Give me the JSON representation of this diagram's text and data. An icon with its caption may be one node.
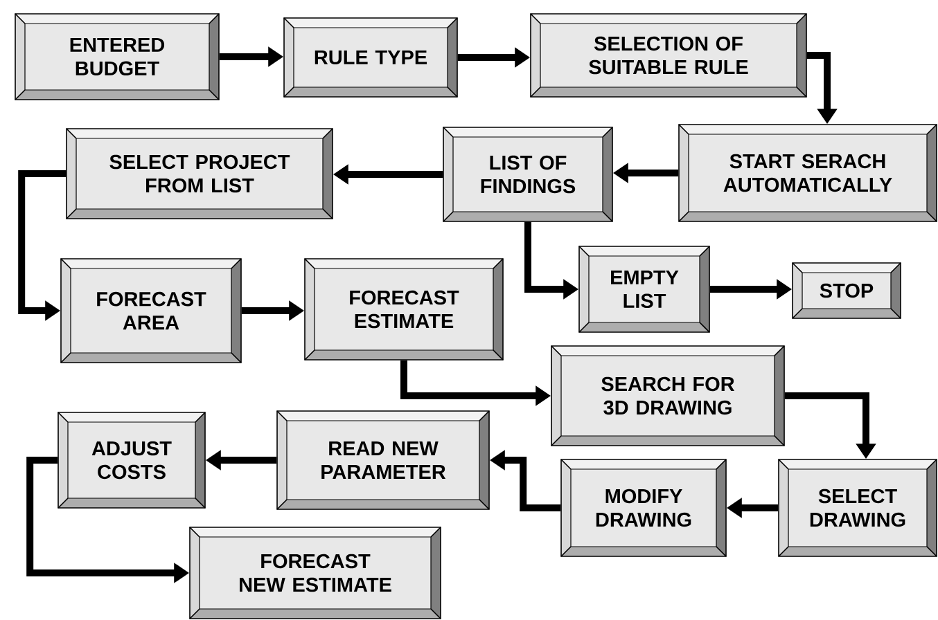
{
  "diagram": {
    "nodes": [
      {
        "text": [
          "ENTERED BUDGET"
        ]
      },
      {
        "text": [
          "RULE TYPE"
        ]
      },
      {
        "text": [
          "SELECTION OF SUITABLE RULE"
        ]
      },
      {
        "text": [
          "START SERACH AUTOMATICALLY"
        ]
      },
      {
        "text": [
          "LIST OF FINDINGS"
        ]
      },
      {
        "text": [
          "SELECT PROJECT FROM LIST"
        ]
      },
      {
        "text": [
          "FORECAST AREA"
        ]
      },
      {
        "text": [
          "FORECAST ESTIMATE"
        ]
      },
      {
        "text": [
          "EMPTY LIST"
        ]
      },
      {
        "text": [
          "STOP"
        ]
      },
      {
        "text": [
          "SEARCH FOR 3D DRAWING"
        ]
      },
      {
        "text": [
          "SELECT DRAWING"
        ]
      },
      {
        "text": [
          "MODIFY DRAWING"
        ]
      },
      {
        "text": [
          "READ NEW PARAMETER"
        ]
      },
      {
        "text": [
          "ADJUST COSTS"
        ]
      },
      {
        "text": [
          "FORECAST NEW ESTIMATE"
        ]
      }
    ],
    "edges": [
      {
        "from": 0,
        "to": 1,
        "arrow": "to"
      },
      {
        "from": 1,
        "to": 2,
        "arrow": "to"
      },
      {
        "from": 2,
        "to": 3,
        "arrow": "to"
      },
      {
        "from": 3,
        "to": 4,
        "arrow": "to"
      },
      {
        "from": 4,
        "to": 5,
        "arrow": "to"
      },
      {
        "from": 5,
        "to": 6,
        "arrow": "to"
      },
      {
        "from": 6,
        "to": 7,
        "arrow": "to"
      },
      {
        "from": 4,
        "to": 8,
        "arrow": "to"
      },
      {
        "from": 8,
        "to": 9,
        "arrow": "to"
      },
      {
        "from": 7,
        "to": 10,
        "arrow": "to"
      },
      {
        "from": 10,
        "to": 11,
        "arrow": "to"
      },
      {
        "from": 11,
        "to": 12,
        "arrow": "to"
      },
      {
        "from": 12,
        "to": 13,
        "arrow": "to"
      },
      {
        "from": 13,
        "to": 14,
        "arrow": "to"
      },
      {
        "from": 14,
        "to": 15,
        "arrow": "to"
      }
    ]
  }
}
